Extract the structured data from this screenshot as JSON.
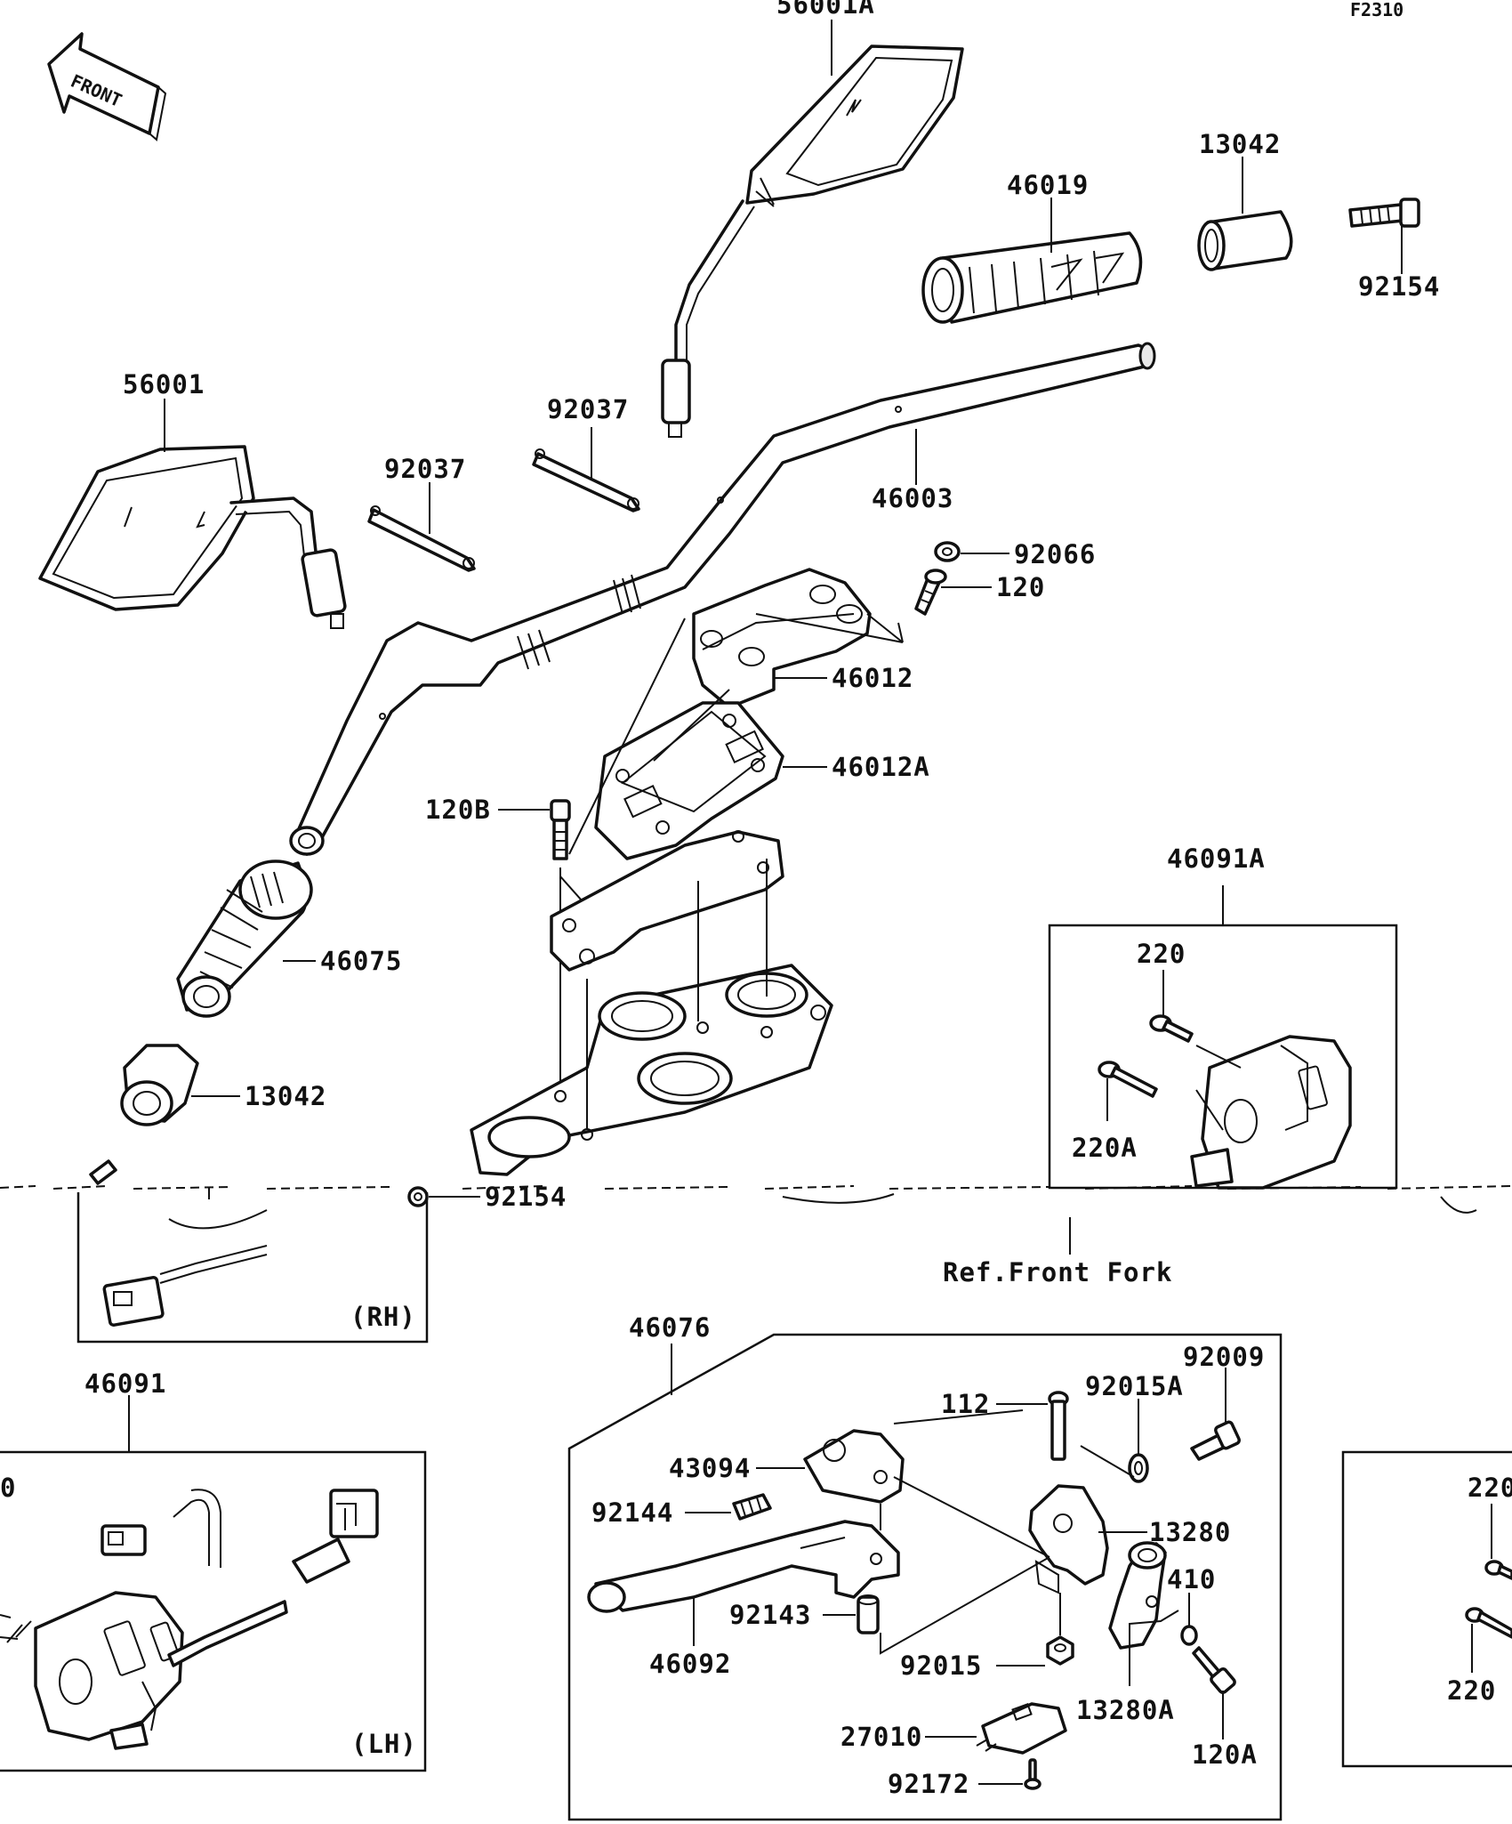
{
  "figure_code": "F2310",
  "front_arrow": "FRONT",
  "ref_note": "Ref.Front Fork",
  "sections": {
    "rh": "(RH)",
    "lh": "(LH)"
  },
  "parts": {
    "mirror_rh": "56001A",
    "mirror_lh": "56001",
    "grip_rh": "46019",
    "weight_rh": "13042",
    "bolt_rh": "92154",
    "clamp_a": "92037",
    "clamp_b": "92037",
    "handlebar": "46003",
    "washer": "92066",
    "bolt_120": "120",
    "holder": "46012",
    "holder_a": "46012A",
    "bolt_120b": "120B",
    "grip_lh": "46075",
    "weight_lh": "13042",
    "bolt_lh": "92154",
    "switch_rh": "46091A",
    "screw_220": "220",
    "screw_220a": "220A",
    "switch_lh": "46091",
    "lever_assy": "46076",
    "adjuster": "43094",
    "spring": "92144",
    "lever": "46092",
    "collar": "92143",
    "bolt_112": "112",
    "washer_a": "92015A",
    "bolt_92009": "92009",
    "bracket": "13280",
    "screw_410": "410",
    "nut": "92015",
    "clamp_holder": "13280A",
    "bolt_120a": "120A",
    "switch": "27010",
    "screw_92172": "92172",
    "partial_220_top": "220",
    "partial_220_bottom": "220",
    "partial_left": "0"
  }
}
